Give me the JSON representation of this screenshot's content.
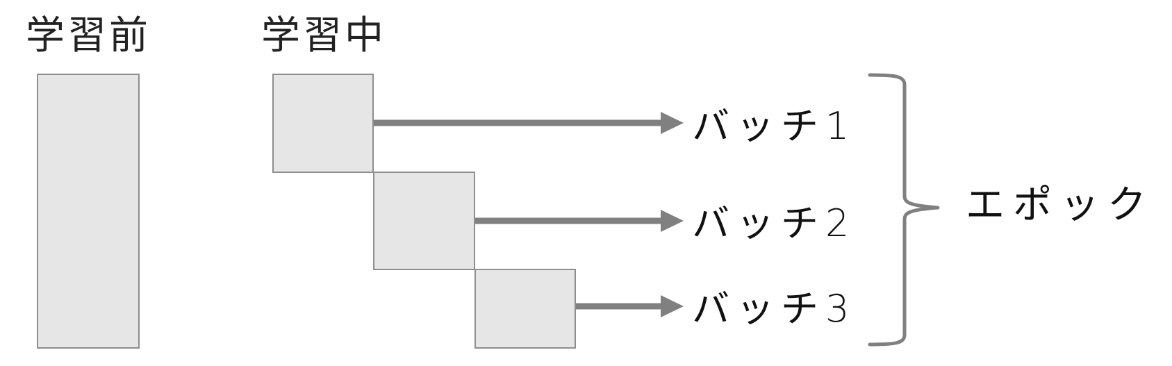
{
  "headings": {
    "before_training": "学習前",
    "during_training": "学習中"
  },
  "batches": [
    {
      "label": "バッチ1"
    },
    {
      "label": "バッチ2"
    },
    {
      "label": "バッチ3"
    }
  ],
  "epoch_label": "エポック",
  "colors": {
    "block_fill": "#e6e6e6",
    "block_border": "#8e8e8e",
    "arrow": "#808080",
    "text": "#222222"
  },
  "icons": {
    "arrow": "arrow-right-icon",
    "brace": "right-curly-brace-icon"
  }
}
